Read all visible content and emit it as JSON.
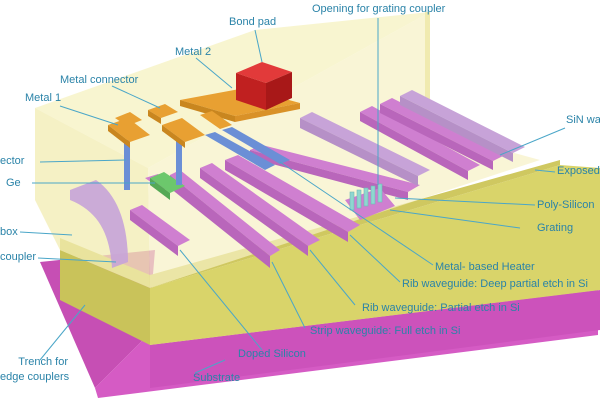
{
  "labels": {
    "bond_pad": "Bond pad",
    "opening_grating_coupler": "Opening for grating coupler",
    "metal_2": "Metal 2",
    "metal_connector": "Metal connector",
    "metal_1": "Metal 1",
    "sin_waveguide": "SiN wa",
    "connector": "ector",
    "exposed": "Exposed",
    "ge": "Ge",
    "poly_silicon": "Poly-Silicon",
    "box": "box",
    "grating": "Grating",
    "edge_coupler": "coupler",
    "metal_heater": "Metal- based Heater",
    "rib_deep": "Rib waveguide: Deep partial etch in Si",
    "rib_partial": "Rib waveguide: Partial etch in Si",
    "strip_full": "Strip waveguide: Full etch in Si",
    "doped_silicon": "Doped Silicon",
    "trench_line1": "Trench for",
    "trench_line2": "edge couplers",
    "substrate": "Substrate"
  },
  "colors": {
    "label_text": "#2a83a8",
    "leader_line": "#4aa6c8",
    "substrate": "#d55bc4",
    "box_layer": "#d9d46a",
    "cladding": "#f3efb0",
    "waveguide": "#cf7fd0",
    "sin": "#c7a3d8",
    "metal": "#e8a032",
    "bond_pad": "#d62a2a",
    "via": "#6b8fd6",
    "germanium": "#6cc86c",
    "poly_silicon": "#8fd6d0"
  }
}
